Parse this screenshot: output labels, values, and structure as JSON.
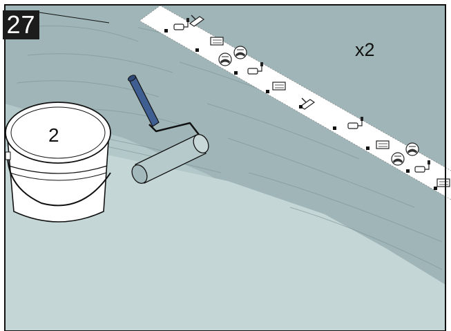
{
  "step": {
    "number": "27"
  },
  "tape": {
    "multiplier": "x2"
  },
  "bucket": {
    "number": "2"
  },
  "colors": {
    "wall_dark": "#9fb5b7",
    "wall_light": "#b3c8c9",
    "floor": "#c5d6d7",
    "roller_handle": "#3f5f92",
    "roller_cover": "#b7cacb",
    "tape": "#ffffff",
    "step_badge": "#1c1c1c"
  },
  "icons": [
    "roller-icon",
    "seal-brush-icon",
    "trowel-icon",
    "tape-icon"
  ]
}
